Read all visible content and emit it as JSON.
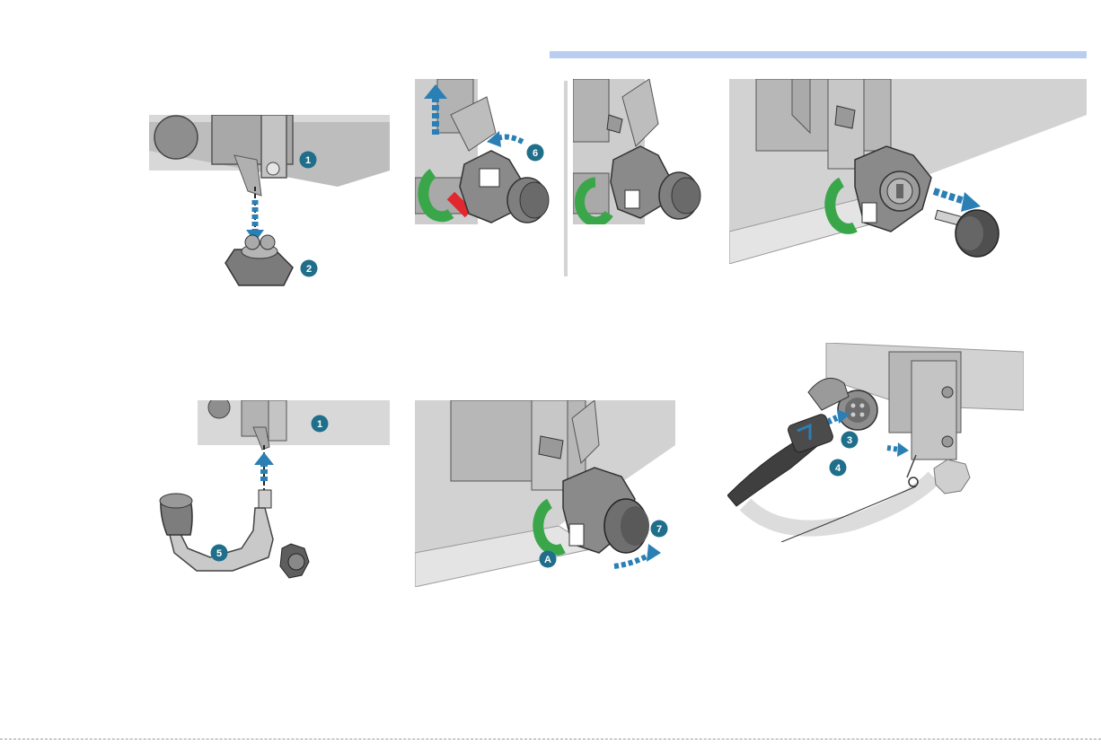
{
  "colors": {
    "callout": "#1f6f8b",
    "arrow": "#2a7fb5",
    "steel": "#9a9a9a",
    "steel_dark": "#5e5e5e",
    "steel_light": "#cfcfcf",
    "green": "#3aa64a",
    "red": "#e0282e",
    "header_band": "#b8cdf0"
  },
  "panels": [
    {
      "id": "p1",
      "callouts": [
        "1",
        "2"
      ]
    },
    {
      "id": "p2",
      "callouts": [
        "6"
      ]
    },
    {
      "id": "p3",
      "callouts": []
    },
    {
      "id": "p4",
      "callouts": []
    },
    {
      "id": "p5",
      "callouts": [
        "1",
        "5"
      ]
    },
    {
      "id": "p6",
      "callouts": [
        "7",
        "A"
      ]
    },
    {
      "id": "p7",
      "callouts": [
        "3",
        "4"
      ]
    }
  ]
}
